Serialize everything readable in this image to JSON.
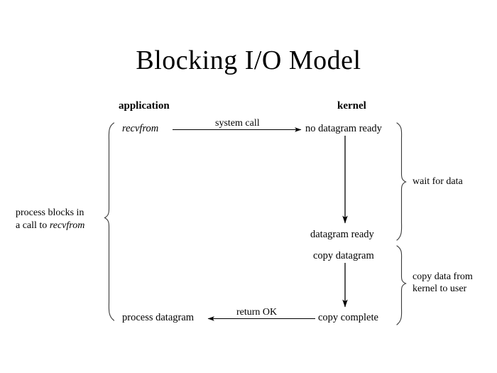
{
  "figure": {
    "title": "Blocking I/O Model",
    "background_color": "#ffffff",
    "ink_color": "#000000"
  },
  "columns": {
    "application_header": "application",
    "kernel_header": "kernel"
  },
  "nodes": {
    "recvfrom": "recvfrom",
    "no_datagram_ready": "no datagram ready",
    "datagram_ready": "datagram ready",
    "copy_datagram": "copy datagram",
    "copy_complete": "copy complete",
    "process_datagram": "process datagram"
  },
  "arrow_labels": {
    "system_call": "system  call",
    "return_ok": "return OK"
  },
  "annotations": {
    "wait_for_data": "wait for data",
    "copy_data_line1": "copy data from",
    "copy_data_line2": "kernel to user",
    "process_blocks_line1": "process blocks in",
    "process_blocks_line2_prefix": "a call to ",
    "process_blocks_line2_italic": "recvfrom"
  },
  "braces": {
    "left_brace": "left-curly-brace",
    "right_brace_wait": "right-curly-brace",
    "right_brace_copy": "right-curly-brace"
  }
}
